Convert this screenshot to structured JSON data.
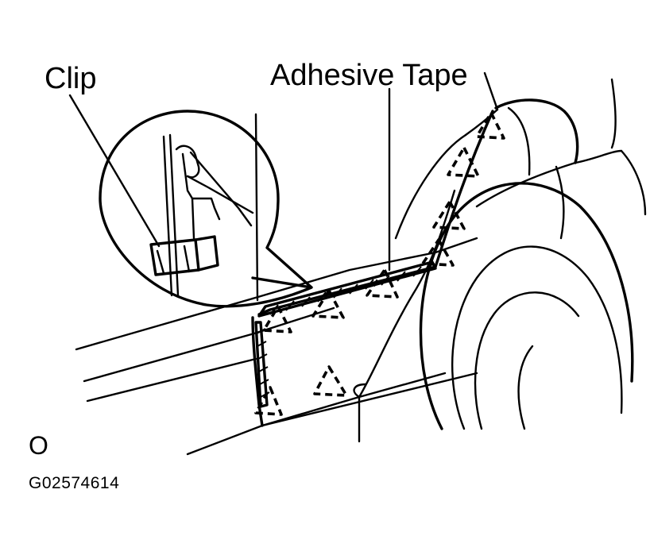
{
  "labels": {
    "clip": "Clip",
    "adhesive_tape": "Adhesive Tape",
    "corner_mark": "O",
    "figure_code": "G02574614"
  }
}
